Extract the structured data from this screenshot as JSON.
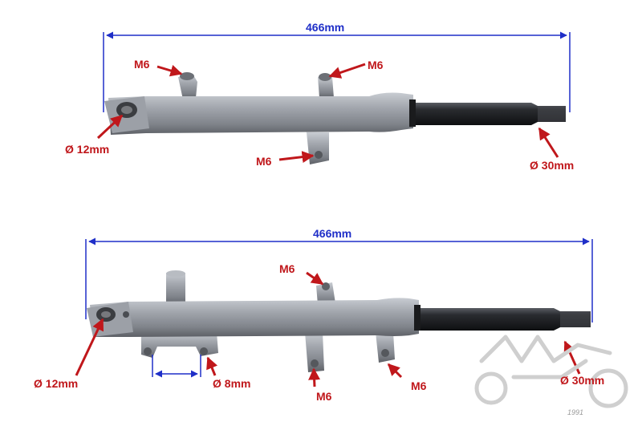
{
  "colors": {
    "annotation": "#c0171b",
    "dimension": "#1f2fc8",
    "body": "#8f939a",
    "tube": "#1e2024",
    "logo": "#cfcfcf"
  },
  "upper_fork": {
    "length": "466mm",
    "labels": {
      "m6_left": "M6",
      "m6_right": "M6",
      "m6_bottom": "M6",
      "axle_hole": "Ø 12mm",
      "tube_diameter": "Ø 30mm"
    }
  },
  "lower_fork": {
    "length": "466mm",
    "labels": {
      "m6_top": "M6",
      "m6_bottom_mid": "M6",
      "m6_bottom_right": "M6",
      "axle_hole": "Ø 12mm",
      "bolt_hole": "Ø 8mm",
      "tube_diameter": "Ø 30mm"
    }
  },
  "logo": {
    "icon": "motorcycle-logo-icon",
    "year": "1991"
  }
}
